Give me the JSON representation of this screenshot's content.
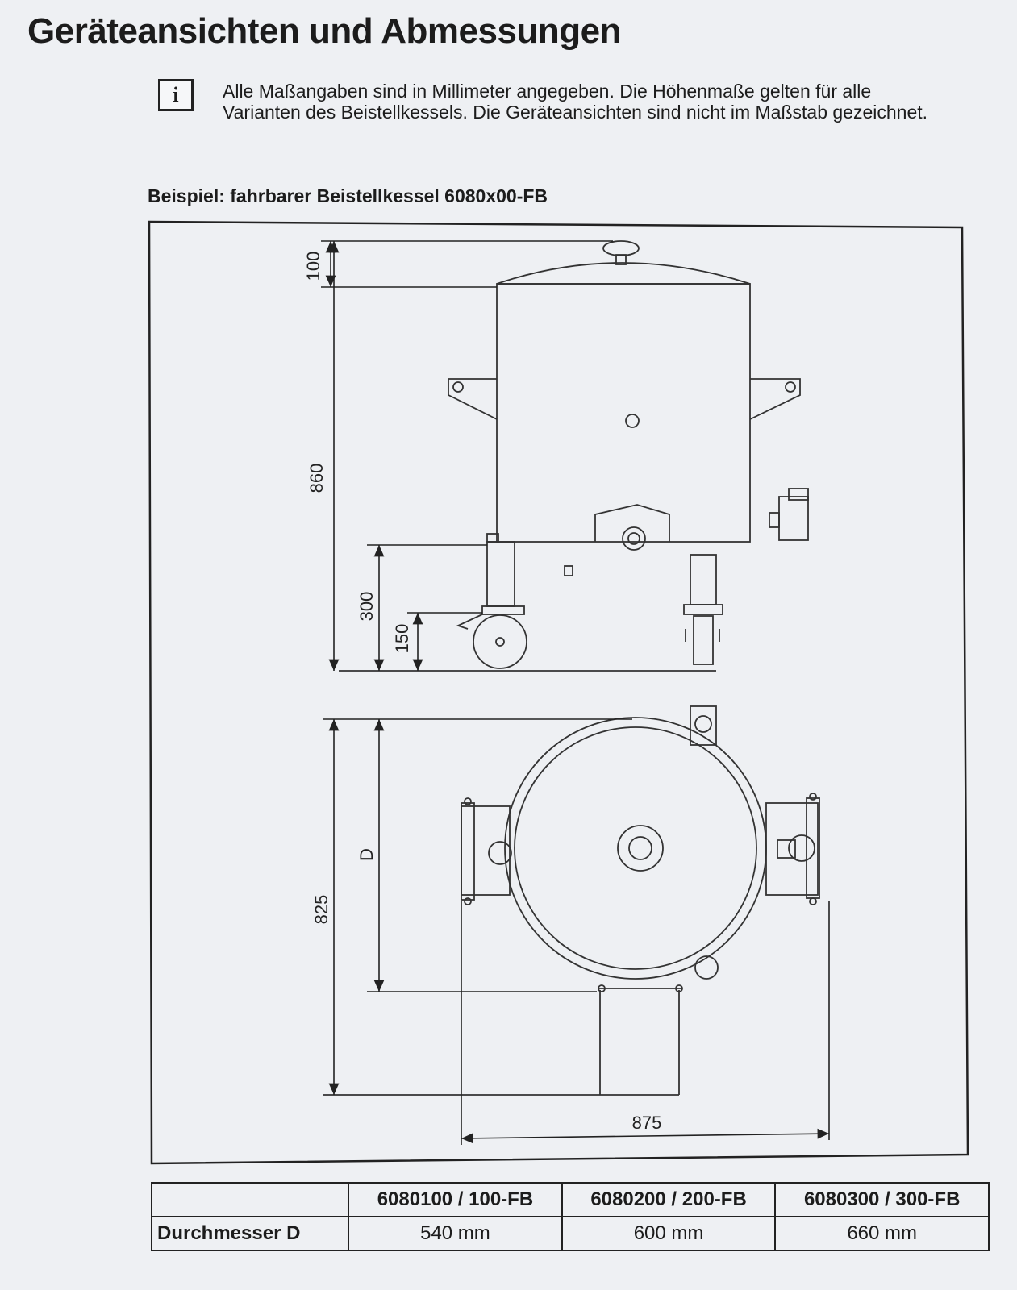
{
  "title": "Geräteansichten und Abmessungen",
  "info": {
    "icon": "info-icon",
    "icon_glyph": "i",
    "text": "Alle Maßangaben sind in Millimeter angegeben. Die Höhenmaße gelten für alle Varianten des Beistellkessels. Die Geräteansichten sind nicht im Maßstab gezeichnet."
  },
  "example_heading": "Beispiel: fahrbarer Beistellkessel 6080x00-FB",
  "drawing": {
    "dimensions": {
      "lid": "100",
      "total_height": "860",
      "frame_height": "300",
      "wheel_height": "150",
      "diameter": "D",
      "depth": "825",
      "width": "875"
    }
  },
  "table": {
    "columns": [
      "6080100 / 100-FB",
      "6080200 / 200-FB",
      "6080300 / 300-FB"
    ],
    "row_label": "Durchmesser D",
    "values": [
      "540 mm",
      "600 mm",
      "660 mm"
    ]
  }
}
